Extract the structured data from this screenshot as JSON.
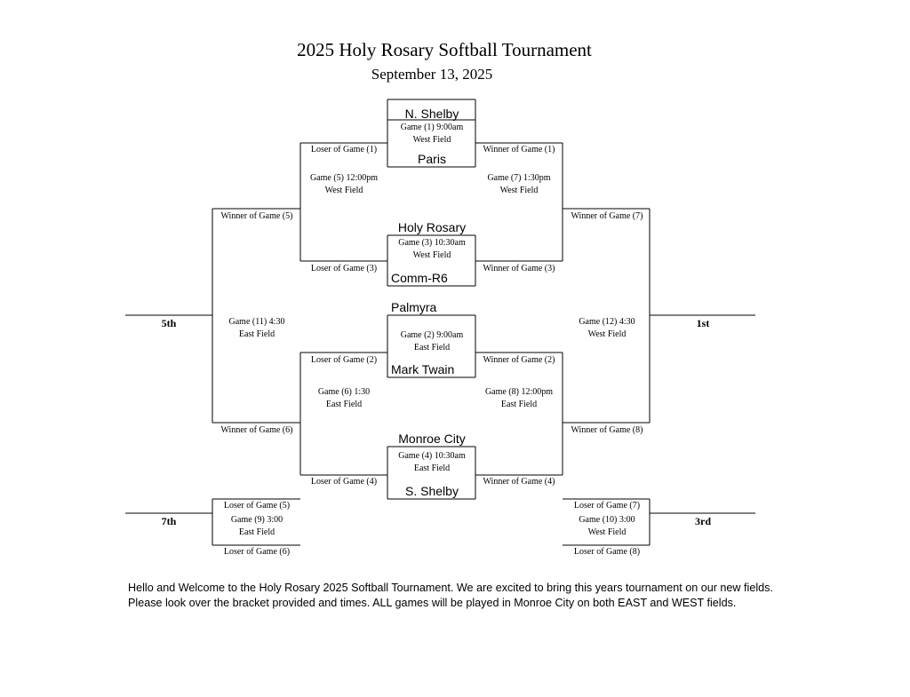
{
  "title": "2025 Holy Rosary Softball Tournament",
  "date": "September 13, 2025",
  "teams": {
    "n_shelby": "N. Shelby",
    "paris": "Paris",
    "holy_rosary": "Holy Rosary",
    "comm_r6": "Comm-R6",
    "palmyra": "Palmyra",
    "mark_twain": "Mark Twain",
    "monroe_city": "Monroe City",
    "s_shelby": "S. Shelby"
  },
  "games": {
    "g1": [
      "Game (1) 9:00am",
      "West Field"
    ],
    "g2": [
      "Game (2) 9:00am",
      "East Field"
    ],
    "g3": [
      "Game (3) 10:30am",
      "West Field"
    ],
    "g4": [
      "Game (4) 10:30am",
      "East Field"
    ],
    "g5": [
      "Game (5) 12:00pm",
      "West Field"
    ],
    "g6": [
      "Game (6) 1:30",
      "East Field"
    ],
    "g7": [
      "Game (7) 1:30pm",
      "West Field"
    ],
    "g8": [
      "Game (8) 12:00pm",
      "East Field"
    ],
    "g9": [
      "Game (9) 3:00",
      "East Field"
    ],
    "g10": [
      "Game (10) 3:00",
      "West Field"
    ],
    "g11": [
      "Game (11) 4:30",
      "East Field"
    ],
    "g12": [
      "Game (12) 4:30",
      "West Field"
    ]
  },
  "slots": {
    "loser_g1": "Loser of Game (1)",
    "winner_g1": "Winner of Game (1)",
    "loser_g3": "Loser of Game (3)",
    "winner_g3": "Winner of Game (3)",
    "loser_g2": "Loser of Game (2)",
    "winner_g2": "Winner of Game (2)",
    "loser_g4": "Loser of Game (4)",
    "winner_g4": "Winner of Game (4)",
    "winner_g5": "Winner of Game (5)",
    "winner_g6": "Winner of Game (6)",
    "winner_g7": "Winner of Game (7)",
    "winner_g8": "Winner of Game (8)",
    "loser_g5": "Loser of Game (5)",
    "loser_g6": "Loser of Game (6)",
    "loser_g7": "Loser of Game (7)",
    "loser_g8": "Loser of Game (8)"
  },
  "places": {
    "fifth": "5th",
    "first": "1st",
    "seventh": "7th",
    "third": "3rd"
  },
  "footer": {
    "line1": "Hello and Welcome to the Holy Rosary 2025 Softball Tournament.  We are excited to bring this years tournament on our new fields.",
    "line2": "Please look over the bracket provided and times.  ALL games will be played in Monroe City on both EAST and WEST fields."
  }
}
